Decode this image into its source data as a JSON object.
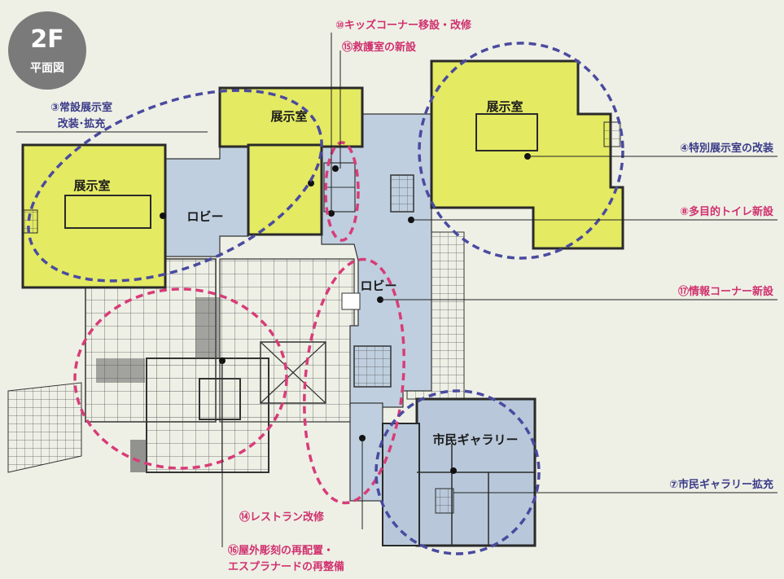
{
  "badge": {
    "floor": "2F",
    "title": "平面図"
  },
  "colors": {
    "background": "#eef0e6",
    "exhibit_fill": "#e4ea62",
    "lobby_fill": "#bfcfdf",
    "gallery_fill": "#b8c8da",
    "wall": "#2a2a2a",
    "pink": "#d83c78",
    "purple": "#4a4aa0",
    "purple_text": "#3a3a88",
    "pink_text": "#d0306e",
    "badge_gray": "#7a7a7a"
  },
  "rooms": {
    "exhibit_left": "展示室",
    "exhibit_center": "展示室",
    "exhibit_right": "展示室",
    "lobby_upper": "ロビー",
    "lobby_center": "ロビー",
    "citizen_gallery": "市民ギャラリー"
  },
  "labels": {
    "kids_corner": "⑩キッズコーナー移設・改修",
    "first_aid": "⑮救護室の新設",
    "permanent_line1": "③常設展示室",
    "permanent_line2": "改装･拡充",
    "special_exhibit": "④特別展示室の改装",
    "multipurpose_toilet": "⑧多目的トイレ新設",
    "info_corner": "⑰情報コーナー新設",
    "gallery_expand": "⑦市民ギャラリー拡充",
    "restaurant": "⑭レストラン改修",
    "sculpture_line1": "⑯屋外彫刻の再配置・",
    "sculpture_line2": "エスプラナードの再整備"
  }
}
